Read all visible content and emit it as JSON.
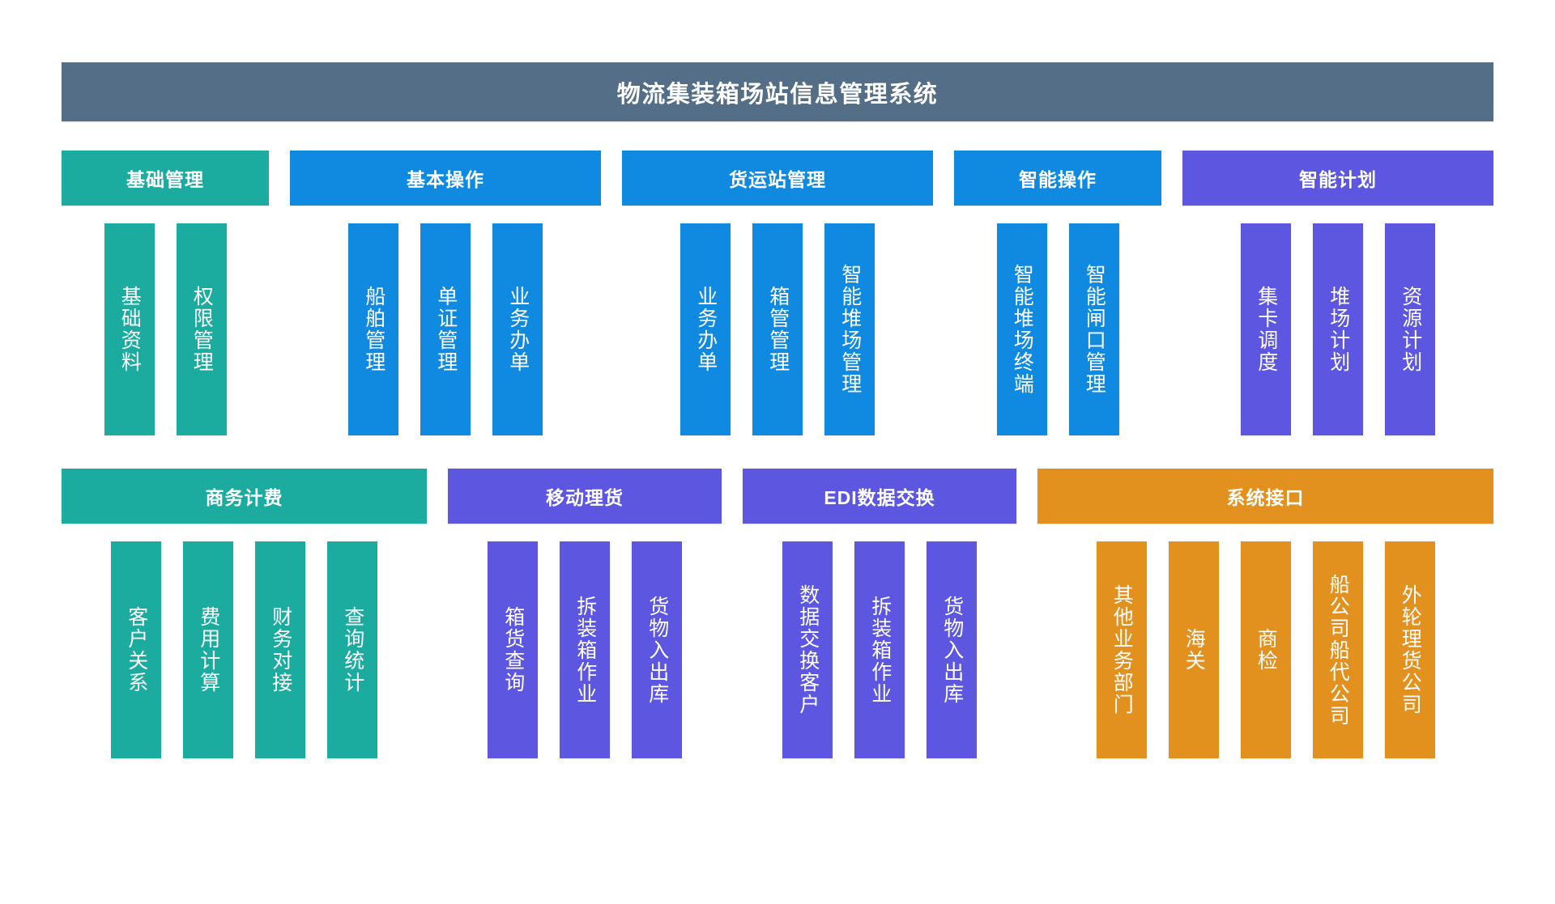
{
  "title": "物流集装箱场站信息管理系统",
  "colors": {
    "title_bar": "#536e86",
    "teal": "#1bab9f",
    "blue": "#1089e0",
    "purple": "#5c56e0",
    "orange": "#e2911f",
    "background": "#ffffff",
    "text": "#ffffff"
  },
  "rows": [
    {
      "groups": [
        {
          "label": "基础管理",
          "color": "teal",
          "items": [
            {
              "label": "基础资料"
            },
            {
              "label": "权限管理"
            }
          ]
        },
        {
          "label": "基本操作",
          "color": "blue",
          "items": [
            {
              "label": "船舶管理"
            },
            {
              "label": "单证管理"
            },
            {
              "label": "业务办单"
            }
          ]
        },
        {
          "label": "货运站管理",
          "color": "blue",
          "items": [
            {
              "label": "业务办单"
            },
            {
              "label": "箱管管理"
            },
            {
              "label": "智能堆场管理"
            }
          ]
        },
        {
          "label": "智能操作",
          "color": "blue",
          "items": [
            {
              "label": "智能堆场终端"
            },
            {
              "label": "智能闸口管理"
            }
          ]
        },
        {
          "label": "智能计划",
          "color": "purple",
          "items": [
            {
              "label": "集卡调度"
            },
            {
              "label": "堆场计划"
            },
            {
              "label": "资源计划"
            }
          ]
        }
      ]
    },
    {
      "groups": [
        {
          "label": "商务计费",
          "color": "teal",
          "items": [
            {
              "label": "客户关系"
            },
            {
              "label": "费用计算"
            },
            {
              "label": "财务对接"
            },
            {
              "label": "查询统计"
            }
          ]
        },
        {
          "label": "移动理货",
          "color": "purple",
          "items": [
            {
              "label": "箱货查询"
            },
            {
              "label": "拆装箱作业"
            },
            {
              "label": "货物入出库"
            }
          ]
        },
        {
          "label": "EDI数据交换",
          "color": "purple",
          "items": [
            {
              "label": "数据交换客户"
            },
            {
              "label": "拆装箱作业"
            },
            {
              "label": "货物入出库"
            }
          ]
        },
        {
          "label": "系统接口",
          "color": "orange",
          "items": [
            {
              "label": "其他业务部门"
            },
            {
              "label": "海关"
            },
            {
              "label": "商检"
            },
            {
              "label": "船公司船代公司"
            },
            {
              "label": "外轮理货公司"
            }
          ]
        }
      ]
    }
  ]
}
